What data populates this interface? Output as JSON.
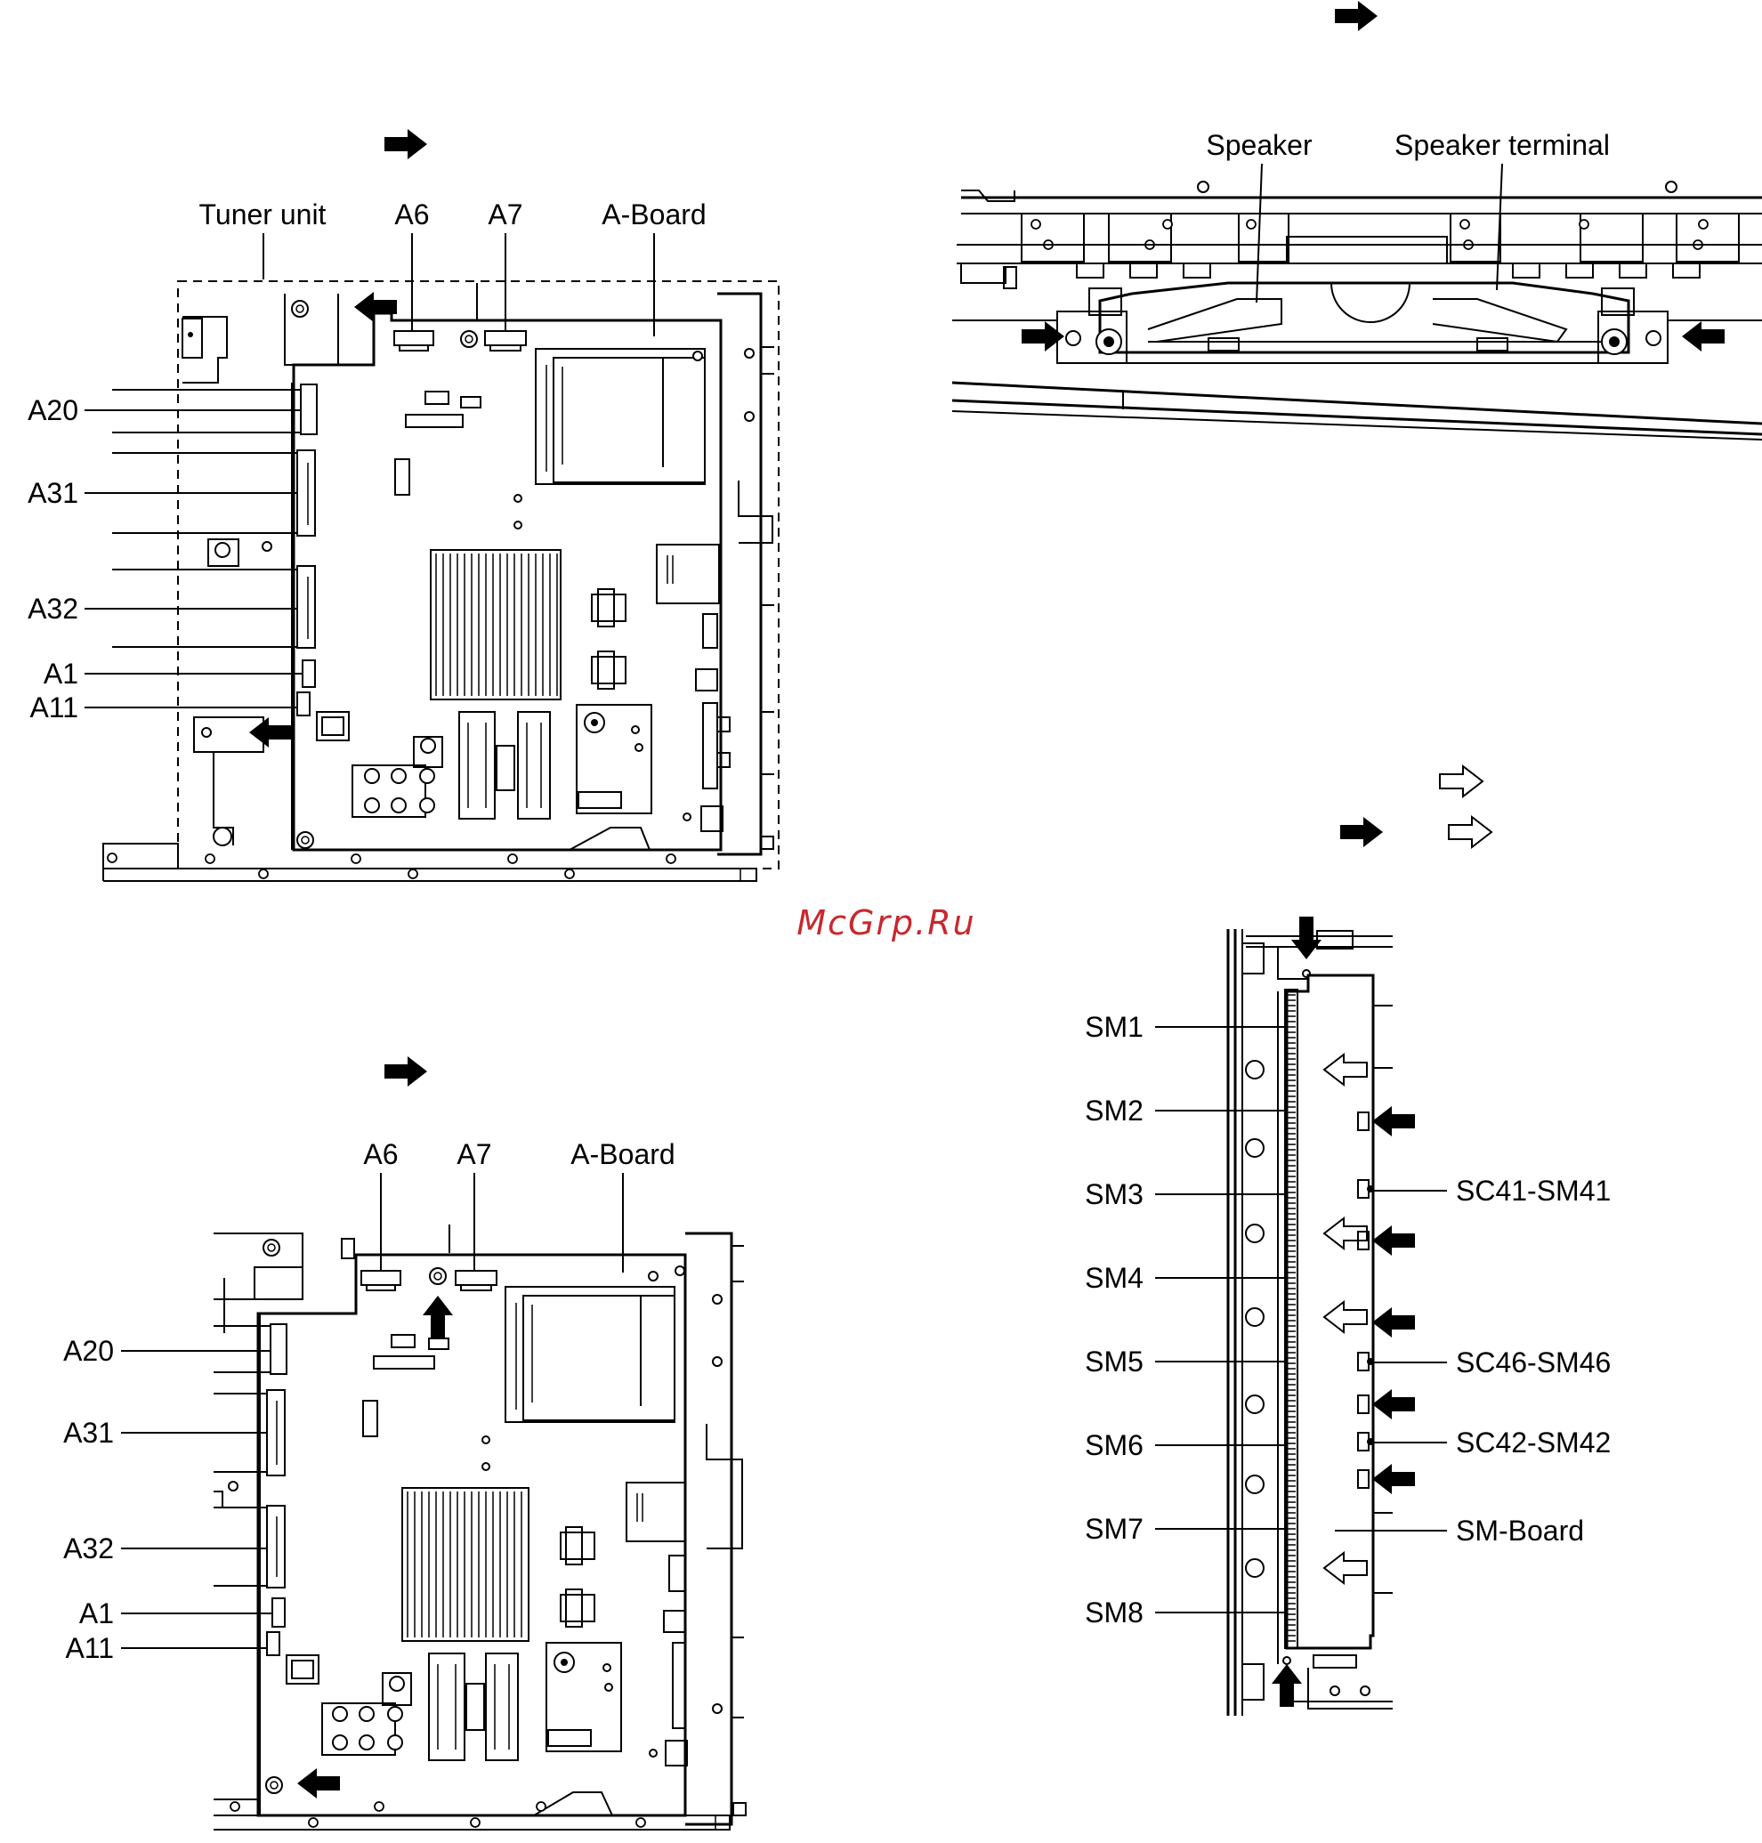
{
  "watermark": "McGrp.Ru",
  "colors": {
    "watermark": "#c8282d",
    "lines": "#000000",
    "background": "#ffffff"
  },
  "diagram_top_left": {
    "labels": {
      "tuner_unit": "Tuner unit",
      "a6": "A6",
      "a7": "A7",
      "a_board": "A-Board",
      "connectors": [
        "A20",
        "A31",
        "A32",
        "A1",
        "A11"
      ]
    }
  },
  "diagram_bottom_left": {
    "labels": {
      "a6": "A6",
      "a7": "A7",
      "a_board": "A-Board",
      "connectors": [
        "A20",
        "A31",
        "A32",
        "A1",
        "A11"
      ]
    }
  },
  "diagram_speaker": {
    "labels": {
      "speaker": "Speaker",
      "speaker_terminal": "Speaker terminal"
    }
  },
  "diagram_sm_board": {
    "left_labels": [
      "SM1",
      "SM2",
      "SM3",
      "SM4",
      "SM5",
      "SM6",
      "SM7",
      "SM8"
    ],
    "right_labels": [
      "SC41-SM41",
      "SC46-SM46",
      "SC42-SM42",
      "SM-Board"
    ]
  },
  "icons": [
    "arrow-solid-icon",
    "arrow-outline-icon",
    "screw-icon"
  ]
}
